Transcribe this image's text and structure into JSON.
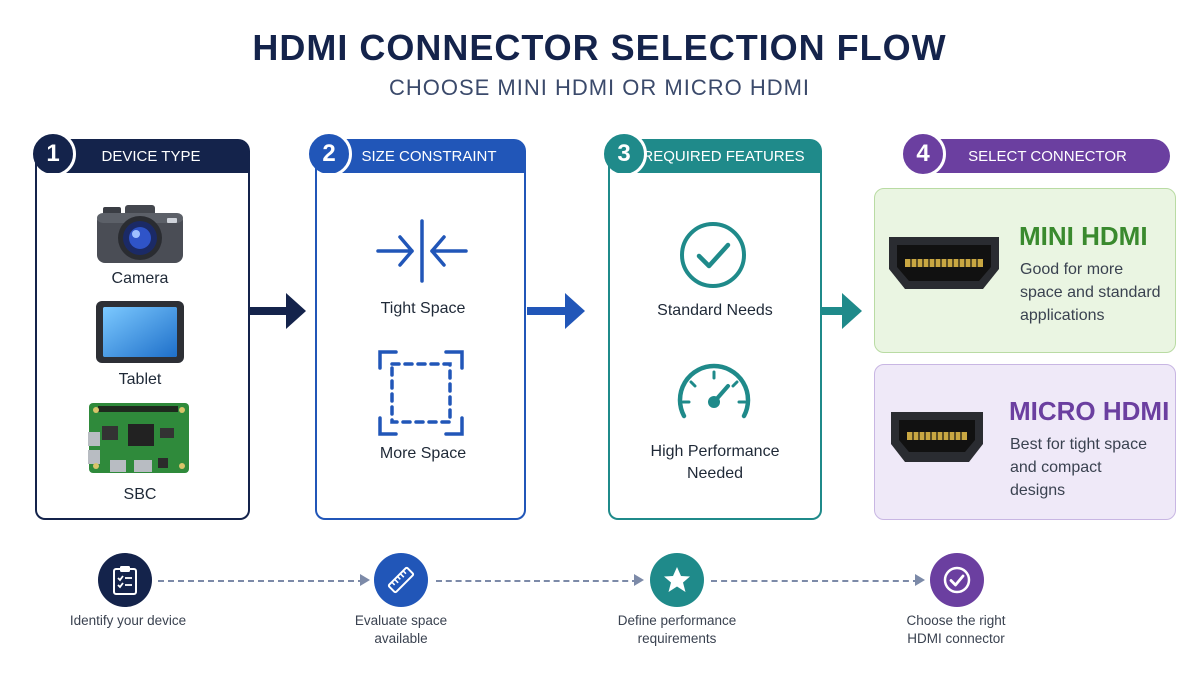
{
  "title": "HDMI CONNECTOR SELECTION FLOW",
  "subtitle": "CHOOSE MINI HDMI OR MICRO HDMI",
  "colors": {
    "step1": "#14234b",
    "step2": "#2156b8",
    "step3": "#1f8a8a",
    "step4": "#6b3fa0",
    "mini_bg": "#eaf5e2",
    "micro_bg": "#efe9f8"
  },
  "steps": [
    {
      "number": "1",
      "header": "DEVICE TYPE",
      "items": [
        {
          "label": "Camera",
          "icon": "camera-icon"
        },
        {
          "label": "Tablet",
          "icon": "tablet-icon"
        },
        {
          "label": "SBC",
          "icon": "sbc-board-icon"
        }
      ]
    },
    {
      "number": "2",
      "header": "SIZE CONSTRAINT",
      "items": [
        {
          "label": "Tight Space",
          "icon": "compress-arrows-icon"
        },
        {
          "label": "More Space",
          "icon": "dashed-square-icon"
        }
      ]
    },
    {
      "number": "3",
      "header": "REQUIRED FEATURES",
      "items": [
        {
          "label": "Standard Needs",
          "icon": "check-circle-icon"
        },
        {
          "label_line1": "High Performance",
          "label_line2": "Needed",
          "icon": "gauge-icon"
        }
      ]
    },
    {
      "number": "4",
      "header": "SELECT CONNECTOR"
    }
  ],
  "results": [
    {
      "title": "MINI HDMI",
      "desc_lines": [
        "Good for more",
        "space and standard",
        "applications"
      ],
      "icon": "mini-hdmi-port-icon"
    },
    {
      "title": "MICRO HDMI",
      "desc_lines": [
        "Best for tight space",
        "and compact",
        "designs"
      ],
      "icon": "micro-hdmi-port-icon"
    }
  ],
  "timeline": [
    {
      "lines": [
        "Identify your device"
      ],
      "icon": "clipboard-icon"
    },
    {
      "lines": [
        "Evaluate space",
        "available"
      ],
      "icon": "ruler-icon"
    },
    {
      "lines": [
        "Define performance",
        "requirements"
      ],
      "icon": "star-icon"
    },
    {
      "lines": [
        "Choose the right",
        "HDMI connector"
      ],
      "icon": "check-icon"
    }
  ]
}
